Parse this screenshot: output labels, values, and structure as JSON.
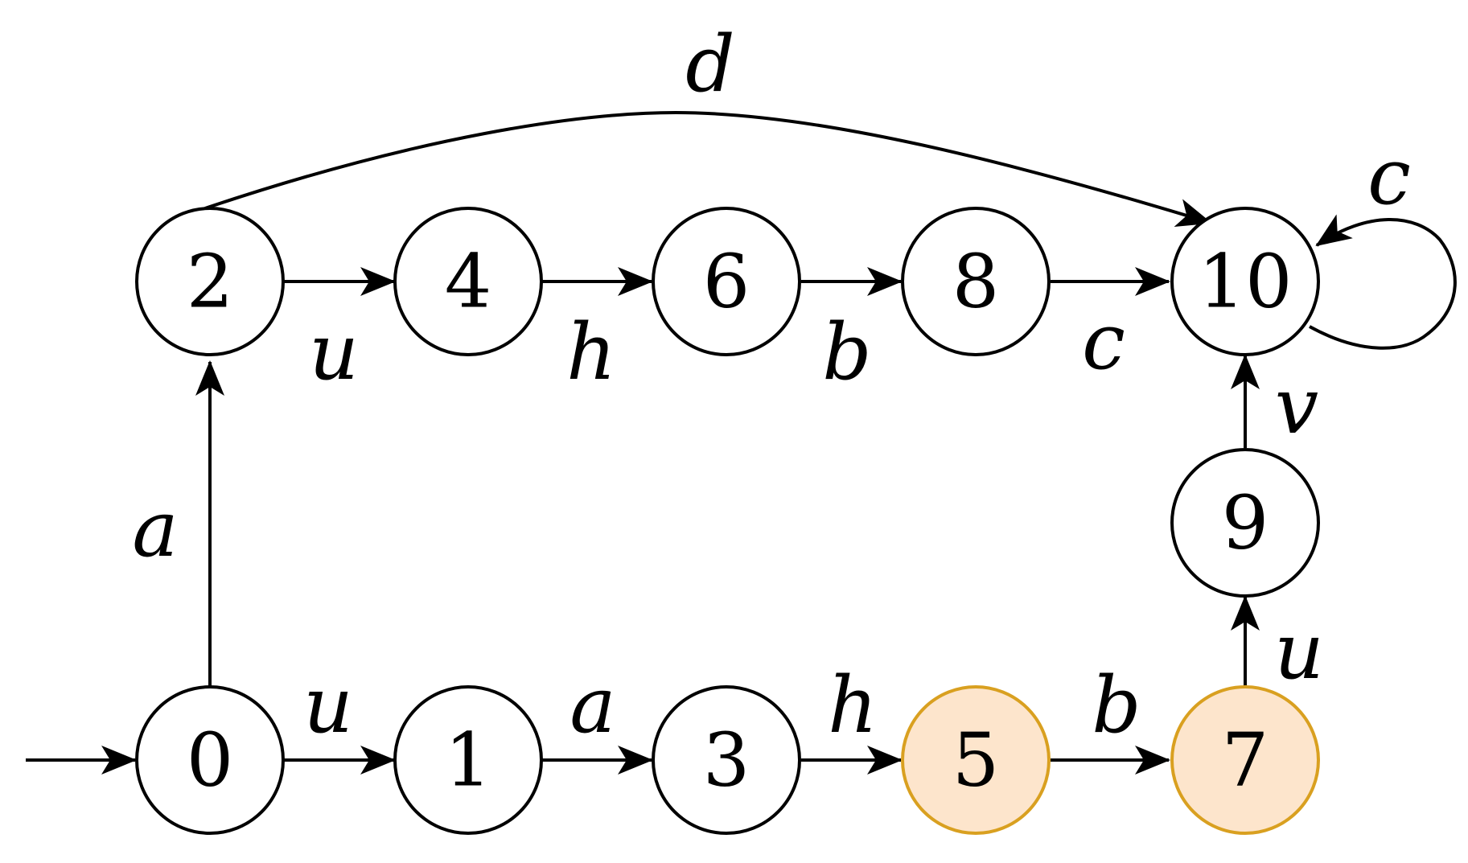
{
  "colors": {
    "stroke": "#000000",
    "default_fill": "#ffffff",
    "highlight_fill": "#fde5cc",
    "highlight_stroke": "#d9a020"
  },
  "nodes": [
    {
      "id": "n0",
      "label": "0",
      "highlighted": false
    },
    {
      "id": "n1",
      "label": "1",
      "highlighted": false
    },
    {
      "id": "n2",
      "label": "2",
      "highlighted": false
    },
    {
      "id": "n3",
      "label": "3",
      "highlighted": false
    },
    {
      "id": "n4",
      "label": "4",
      "highlighted": false
    },
    {
      "id": "n5",
      "label": "5",
      "highlighted": true
    },
    {
      "id": "n6",
      "label": "6",
      "highlighted": false
    },
    {
      "id": "n7",
      "label": "7",
      "highlighted": true
    },
    {
      "id": "n8",
      "label": "8",
      "highlighted": false
    },
    {
      "id": "n9",
      "label": "9",
      "highlighted": false
    },
    {
      "id": "n10",
      "label": "10",
      "highlighted": false
    }
  ],
  "edges": [
    {
      "id": "e_start",
      "from": "",
      "to": "0",
      "label": ""
    },
    {
      "id": "e_0_1",
      "from": "0",
      "to": "1",
      "label": "u"
    },
    {
      "id": "e_1_3",
      "from": "1",
      "to": "3",
      "label": "a"
    },
    {
      "id": "e_3_5",
      "from": "3",
      "to": "5",
      "label": "h"
    },
    {
      "id": "e_5_7",
      "from": "5",
      "to": "7",
      "label": "b"
    },
    {
      "id": "e_0_2",
      "from": "0",
      "to": "2",
      "label": "a"
    },
    {
      "id": "e_2_4",
      "from": "2",
      "to": "4",
      "label": "u"
    },
    {
      "id": "e_4_6",
      "from": "4",
      "to": "6",
      "label": "h"
    },
    {
      "id": "e_6_8",
      "from": "6",
      "to": "8",
      "label": "b"
    },
    {
      "id": "e_8_10",
      "from": "8",
      "to": "10",
      "label": "c"
    },
    {
      "id": "e_7_9",
      "from": "7",
      "to": "9",
      "label": "u"
    },
    {
      "id": "e_9_10",
      "from": "9",
      "to": "10",
      "label": "v"
    },
    {
      "id": "e_2_10",
      "from": "2",
      "to": "10",
      "label": "d"
    },
    {
      "id": "e_10_10",
      "from": "10",
      "to": "10",
      "label": "c"
    }
  ]
}
